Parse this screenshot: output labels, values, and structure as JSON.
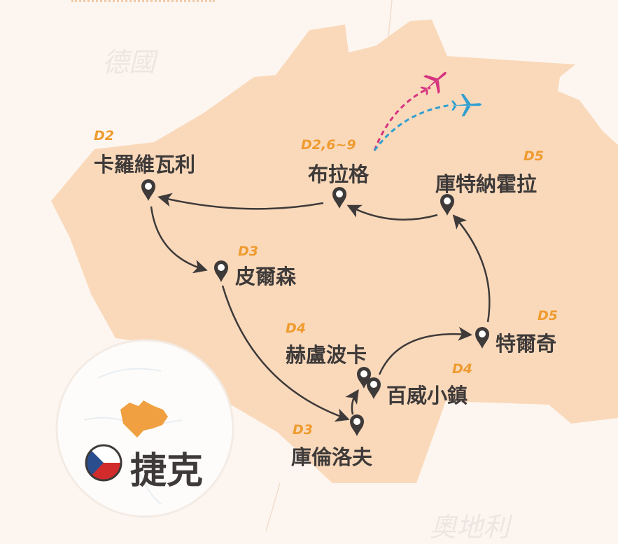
{
  "colors": {
    "land": "#fad9bb",
    "background": "#fdf6f0",
    "day": "#ef9b2f",
    "text": "#3e3a39",
    "plane1": "#d6337f",
    "plane2": "#2f9fd0",
    "highlight": "#f0a040"
  },
  "neighbors": {
    "germany": "德國",
    "austria": "奧地利"
  },
  "country": {
    "name": "捷克",
    "flag": "czech-flag"
  },
  "stops": [
    {
      "name": "卡羅維瓦利",
      "day": "D2"
    },
    {
      "name": "布拉格",
      "day": "D2,6~9"
    },
    {
      "name": "庫特納霍拉",
      "day": "D5"
    },
    {
      "name": "皮爾森",
      "day": "D3"
    },
    {
      "name": "赫盧波卡",
      "day": "D4"
    },
    {
      "name": "特爾奇",
      "day": "D5"
    },
    {
      "name": "百威小鎮",
      "day": "D4"
    },
    {
      "name": "庫倫洛夫",
      "day": "D3"
    }
  ]
}
